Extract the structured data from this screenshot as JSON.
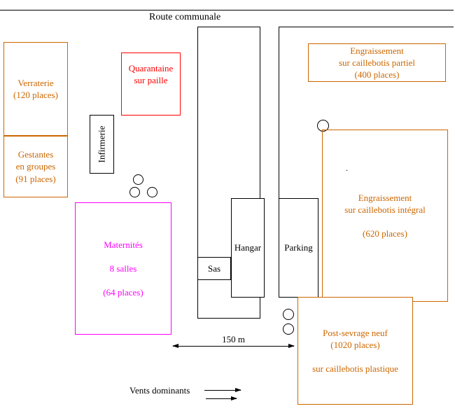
{
  "diagram": {
    "route_label": "Route communale",
    "verraterie": "Verraterie\n(120 places)",
    "gestantes": "Gestantes\nen groupes\n(91 places)",
    "quarantaine": "Quarantaine\nsur paille",
    "infirmerie": "Infirmerie",
    "maternites": "Maternités\n\n8 salles\n\n(64 places)",
    "sas": "Sas",
    "hangar": "Hangar",
    "parking": "Parking",
    "engraissement_partiel": "Engraissement\nsur caillebotis partiel\n(400 places)",
    "engraissement_integral": "Engraissement\nsur caillebotis intégral\n\n(620 places)",
    "post_sevrage": "Post-sevrage neuf\n(1020 places)\n\nsur caillebotis plastique",
    "distance": "150 m",
    "wind": "Vents dominants",
    "stray_dot": ".",
    "colors": {
      "orange": "#cc6600",
      "red": "#ff0000",
      "magenta": "#ff00ff",
      "black": "#000000"
    }
  }
}
